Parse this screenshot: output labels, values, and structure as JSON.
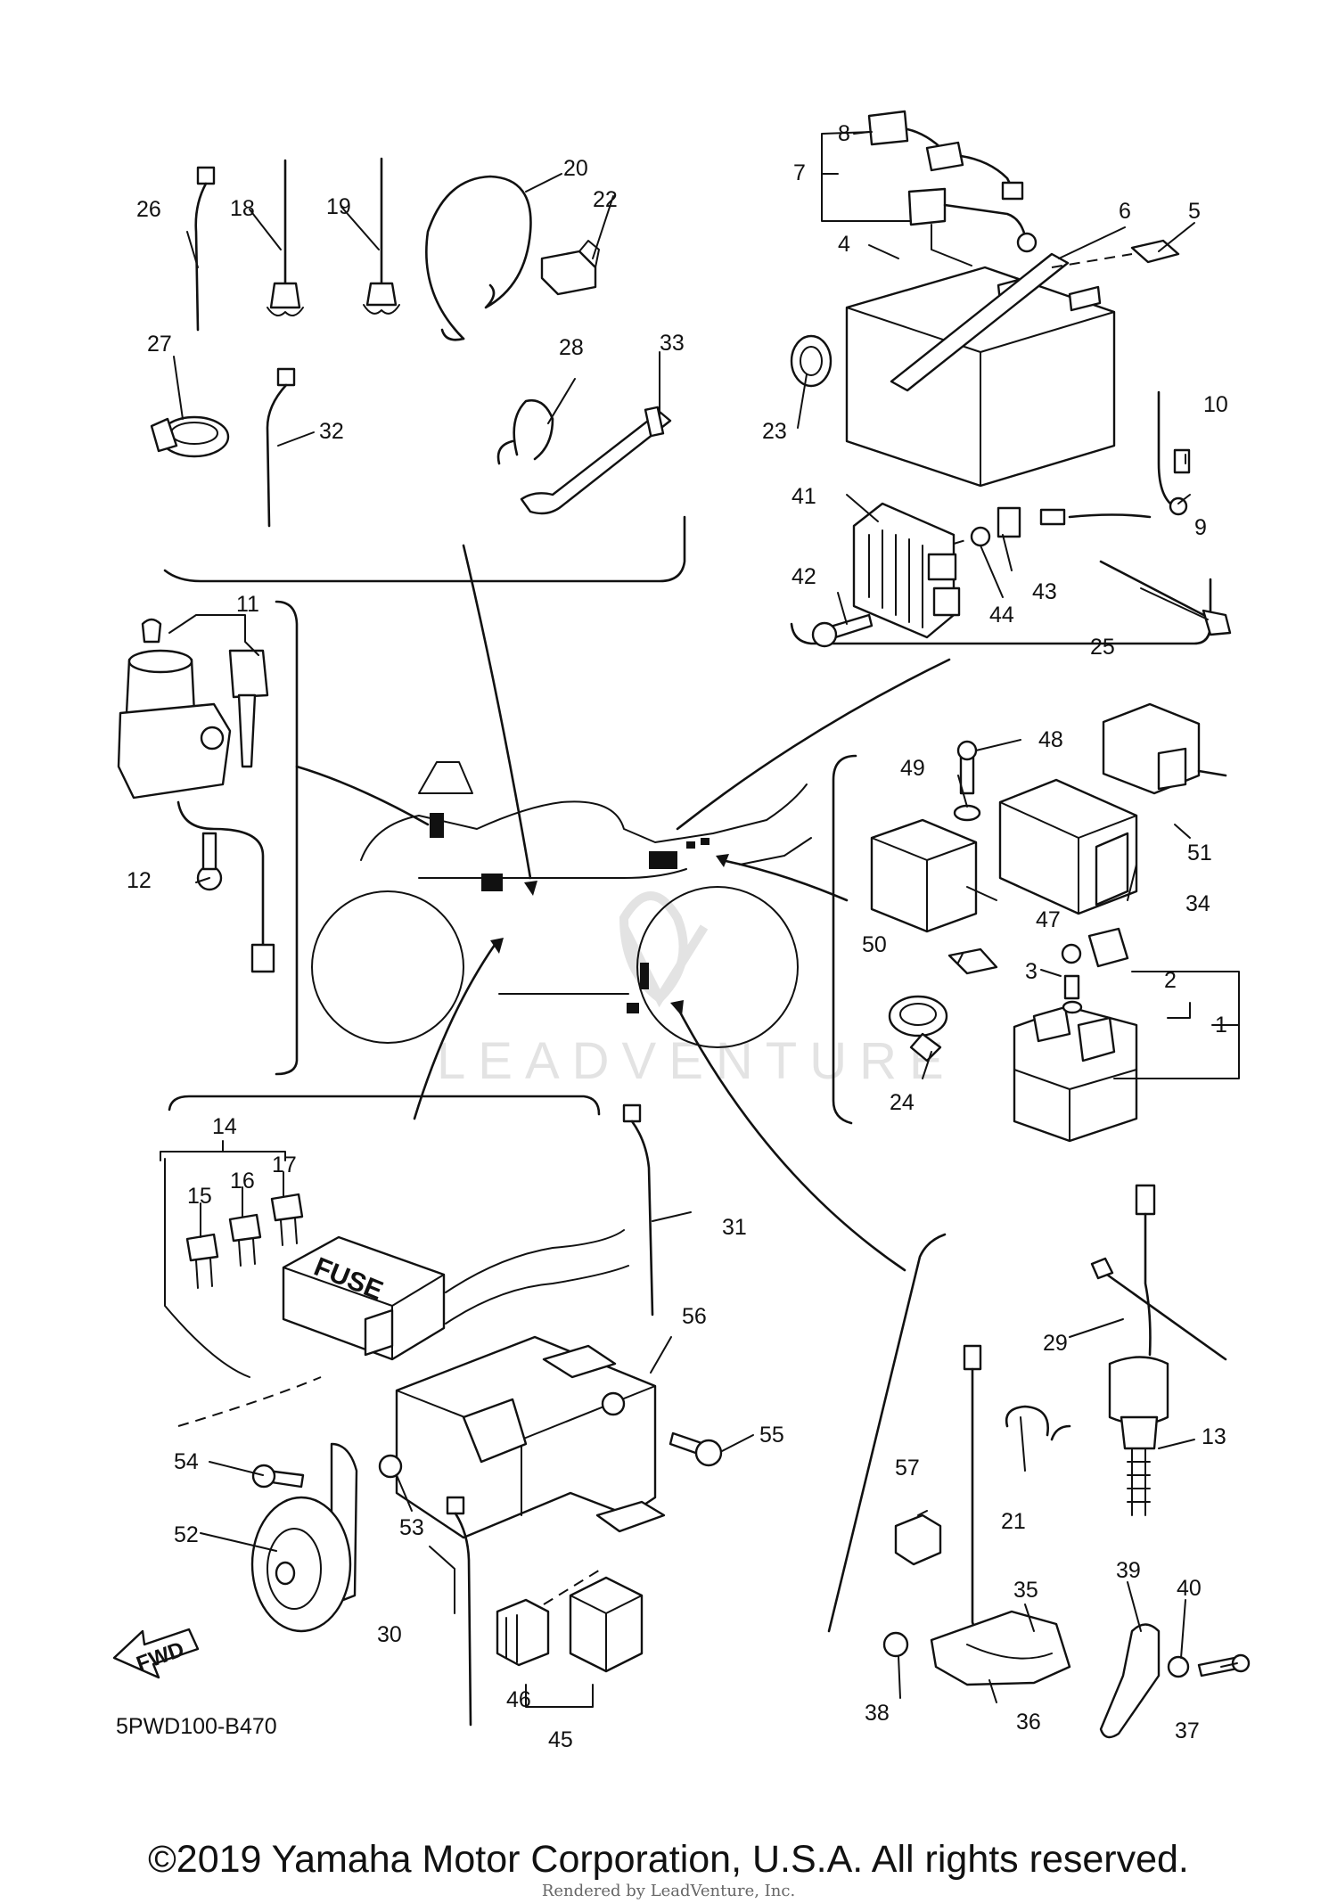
{
  "diagram_code": "5PWD100-B470",
  "fwd_label": "FWD",
  "fuse_label": "FUSE",
  "watermark_text": "LEADVENTURE",
  "copyright": "©2019 Yamaha Motor Corporation, U.S.A. All rights reserved.",
  "rendered_by": "Rendered by LeadVenture, Inc.",
  "callouts": [
    "1",
    "2",
    "3",
    "4",
    "5",
    "6",
    "7",
    "8",
    "9",
    "10",
    "11",
    "12",
    "13",
    "14",
    "15",
    "16",
    "17",
    "18",
    "19",
    "20",
    "21",
    "22",
    "23",
    "24",
    "25",
    "26",
    "27",
    "28",
    "29",
    "30",
    "31",
    "32",
    "33",
    "34",
    "35",
    "36",
    "37",
    "38",
    "39",
    "40",
    "41",
    "42",
    "43",
    "44",
    "45",
    "46",
    "47",
    "48",
    "49",
    "50",
    "51",
    "52",
    "53",
    "54",
    "55",
    "56",
    "57"
  ],
  "colors": {
    "ink": "#111111",
    "watermark": "#e3e3e3",
    "background": "#ffffff"
  }
}
